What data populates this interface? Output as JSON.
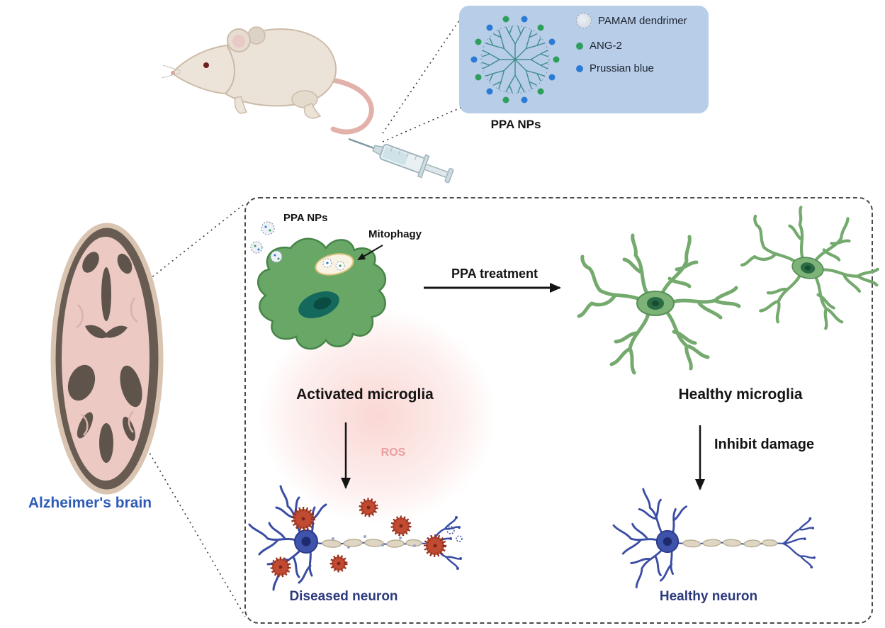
{
  "figure": {
    "injection": {
      "caption": "PPA NPs"
    },
    "legend": {
      "items": [
        {
          "label": "PAMAM dendrimer",
          "icon": "pamam-dendrimer-icon"
        },
        {
          "label": "ANG-2",
          "icon": "green-dot-icon"
        },
        {
          "label": "Prussian blue",
          "icon": "blue-dot-icon"
        }
      ]
    },
    "brain": {
      "label": "Alzheimer's brain"
    },
    "panel": {
      "ppa_nps": "PPA NPs",
      "mitophagy": "Mitophagy",
      "activated_microglia": "Activated microglia",
      "ppa_treatment": "PPA treatment",
      "healthy_microglia": "Healthy microglia",
      "ros": "ROS",
      "inhibit_damage": "Inhibit damage",
      "diseased_neuron": "Diseased neuron",
      "healthy_neuron": "Healthy neuron"
    },
    "colors": {
      "legend_bg": "#b8cde8",
      "ang2_green": "#2e9e5b",
      "prussian_blue": "#2b7bd4",
      "microglia_green": "#69a767",
      "neuron_blue": "#3f53ab",
      "plaque_red": "#c04a32",
      "label_blue": "#2e5cb8",
      "ros_pink": "#ea9e9e"
    }
  }
}
